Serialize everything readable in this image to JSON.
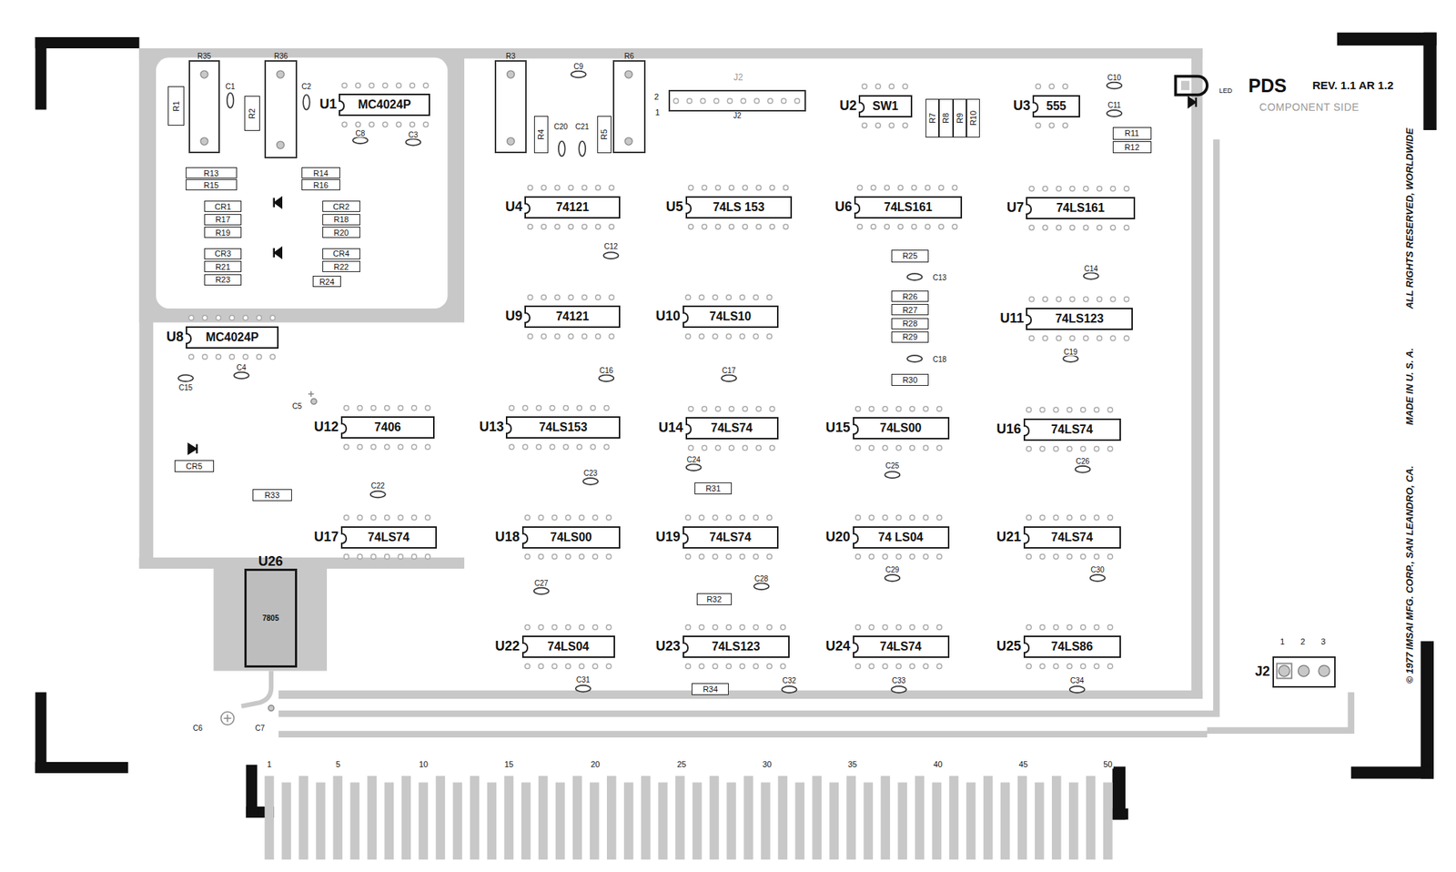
{
  "diagram": {
    "nodes": [
      {
        "text": [
          "R35"
        ]
      },
      {
        "text": [
          "R1"
        ]
      },
      {
        "text": [
          "R2"
        ]
      },
      {
        "text": [
          "R36"
        ]
      },
      {
        "text": [
          "U1",
          "MC4024P"
        ]
      },
      {
        "text": [
          "R13"
        ]
      },
      {
        "text": [
          "R15"
        ]
      },
      {
        "text": [
          "R14"
        ]
      },
      {
        "text": [
          "R16"
        ]
      },
      {
        "text": [
          "CR1"
        ]
      },
      {
        "text": [
          "R17"
        ]
      },
      {
        "text": [
          "R19"
        ]
      },
      {
        "text": [
          "CR2"
        ]
      },
      {
        "text": [
          "R18"
        ]
      },
      {
        "text": [
          "R20"
        ]
      },
      {
        "text": [
          "CR3"
        ]
      },
      {
        "text": [
          "R21"
        ]
      },
      {
        "text": [
          "R23"
        ]
      },
      {
        "text": [
          "CR4"
        ]
      },
      {
        "text": [
          "R22"
        ]
      },
      {
        "text": [
          "R24"
        ]
      },
      {
        "text": [
          "R3"
        ]
      },
      {
        "text": [
          "R4"
        ]
      },
      {
        "text": [
          "R5"
        ]
      },
      {
        "text": [
          "R6"
        ]
      },
      {
        "text": [
          "J2"
        ]
      },
      {
        "text": [
          "U2",
          "SW1"
        ]
      },
      {
        "text": [
          "R7"
        ]
      },
      {
        "text": [
          "R8"
        ]
      },
      {
        "text": [
          "R9"
        ]
      },
      {
        "text": [
          "R10"
        ]
      },
      {
        "text": [
          "U3",
          "555"
        ]
      },
      {
        "text": [
          "R11"
        ]
      },
      {
        "text": [
          "R12"
        ]
      },
      {
        "text": [
          "U4",
          "74121"
        ]
      },
      {
        "text": [
          "U5",
          "74LS 153"
        ]
      },
      {
        "text": [
          "U6",
          "74LS161"
        ]
      },
      {
        "text": [
          "U7",
          "74LS161"
        ]
      },
      {
        "text": [
          "R25"
        ]
      },
      {
        "text": [
          "R26"
        ]
      },
      {
        "text": [
          "R27"
        ]
      },
      {
        "text": [
          "R28"
        ]
      },
      {
        "text": [
          "R29"
        ]
      },
      {
        "text": [
          "U8",
          "MC4024P"
        ]
      },
      {
        "text": [
          "U9",
          "74121"
        ]
      },
      {
        "text": [
          "U10",
          "74LS10"
        ]
      },
      {
        "text": [
          "U11",
          "74LS123"
        ]
      },
      {
        "text": [
          "R30"
        ]
      },
      {
        "text": [
          "U12",
          "7406"
        ]
      },
      {
        "text": [
          "U13",
          "74LS153"
        ]
      },
      {
        "text": [
          "U14",
          "74LS74"
        ]
      },
      {
        "text": [
          "U15",
          "74LS00"
        ]
      },
      {
        "text": [
          "U16",
          "74LS74"
        ]
      },
      {
        "text": [
          "CR5"
        ]
      },
      {
        "text": [
          "R31"
        ]
      },
      {
        "text": [
          "R33"
        ]
      },
      {
        "text": [
          "U17",
          "74LS74"
        ]
      },
      {
        "text": [
          "U18",
          "74LS00"
        ]
      },
      {
        "text": [
          "U19",
          "74LS74"
        ]
      },
      {
        "text": [
          "U20",
          "74 LS04"
        ]
      },
      {
        "text": [
          "U21",
          "74LS74"
        ]
      },
      {
        "text": [
          "U26",
          "7805"
        ]
      },
      {
        "text": [
          "R32"
        ]
      },
      {
        "text": [
          "U22",
          "74LS04"
        ]
      },
      {
        "text": [
          "U23",
          "74LS123"
        ]
      },
      {
        "text": [
          "U24",
          "74LS74"
        ]
      },
      {
        "text": [
          "U25",
          "74LS86"
        ]
      },
      {
        "text": [
          "R34"
        ]
      },
      {
        "text": [
          "J2"
        ]
      }
    ],
    "labels": [
      "J2",
      "2",
      "1",
      "LED",
      "PDS",
      "REV. 1.1 AR 1.2",
      "COMPONENT SIDE",
      "ALL RIGHTS RESERVED, WORLDWIDE",
      "MADE IN U. S. A.",
      "© 1977 IMSAI MFG. CORP., SAN LEANDRO, CA.",
      "1",
      "2",
      "3",
      "1",
      "5",
      "10",
      "15",
      "20",
      "25",
      "30",
      "35",
      "40",
      "45",
      "50",
      "C1",
      "C2",
      "C8",
      "C3",
      "C9",
      "C20",
      "C21",
      "C10",
      "C11",
      "C12",
      "C14",
      "C13",
      "C18",
      "C19",
      "C4",
      "C15",
      "C16",
      "C17",
      "C5",
      "C22",
      "C23",
      "C24",
      "C25",
      "C26",
      "C27",
      "C28",
      "C29",
      "C30",
      "C31",
      "C32",
      "C33",
      "C34",
      "C6",
      "C7"
    ]
  }
}
